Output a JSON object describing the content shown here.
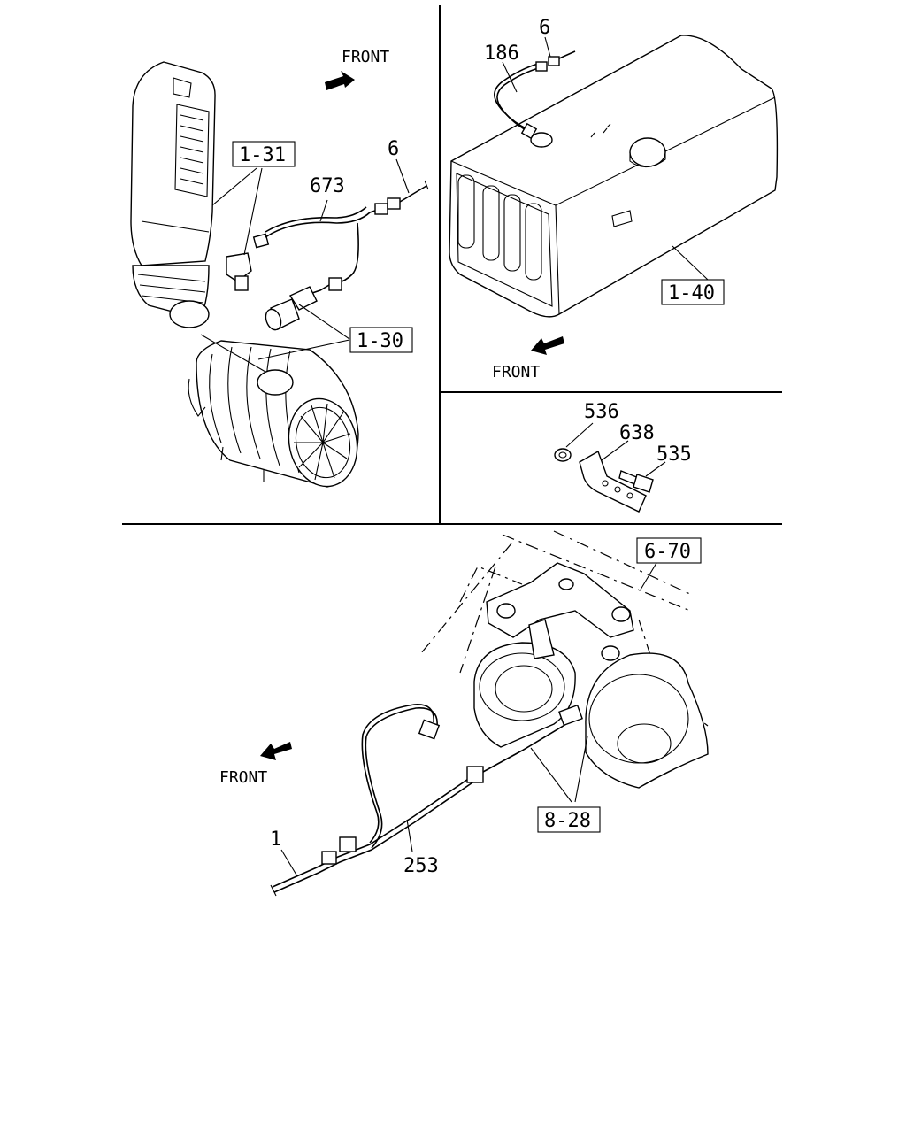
{
  "sections": {
    "top_left": {
      "front_text": "FRONT",
      "callouts": {
        "c1_31": "1-31",
        "c673": "673",
        "c6": "6",
        "c1_30": "1-30"
      }
    },
    "top_right": {
      "front_text": "FRONT",
      "callouts": {
        "c186": "186",
        "c6": "6",
        "c1_40": "1-40"
      }
    },
    "mid_right": {
      "callouts": {
        "c536": "536",
        "c638": "638",
        "c535": "535"
      }
    },
    "bottom": {
      "front_text": "FRONT",
      "callouts": {
        "c6_70": "6-70",
        "c8_28": "8-28",
        "c253": "253",
        "c1": "1"
      }
    }
  },
  "icons": [
    "front-arrow-icon"
  ]
}
